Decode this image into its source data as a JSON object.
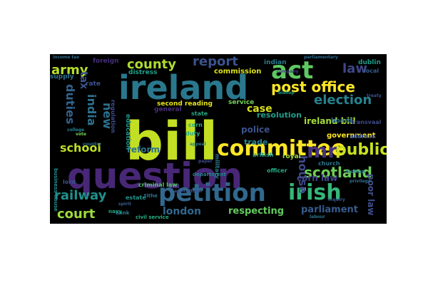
{
  "background_color": "#000000",
  "palette": [
    "#440154",
    "#3b528b",
    "#21918c",
    "#5ec962",
    "#fde725"
  ],
  "words": [
    {
      "text": "bill",
      "color": "#c2df23"
    },
    {
      "text": "question",
      "color": "#482777"
    },
    {
      "text": "ireland",
      "color": "#2a788e"
    },
    {
      "text": "petition",
      "color": "#31688e"
    },
    {
      "text": "committee",
      "color": "#fde725"
    },
    {
      "text": "act",
      "color": "#5ec962"
    },
    {
      "text": "irish",
      "color": "#35b779"
    },
    {
      "text": "post office",
      "color": "#fde725"
    },
    {
      "text": "mr",
      "color": "#46327e"
    },
    {
      "text": "report",
      "color": "#3b528b"
    },
    {
      "text": "scotland",
      "color": "#6ece58"
    },
    {
      "text": "county",
      "color": "#addc30"
    },
    {
      "text": "army",
      "color": "#b5de2b"
    },
    {
      "text": "election",
      "color": "#26828e"
    },
    {
      "text": "public",
      "color": "#c8e020"
    },
    {
      "text": "railway",
      "color": "#21918c"
    },
    {
      "text": "court",
      "color": "#9fda3a"
    },
    {
      "text": "london",
      "color": "#31688e"
    },
    {
      "text": "duties",
      "color": "#33638d"
    },
    {
      "text": "india",
      "color": "#2c728e"
    },
    {
      "text": "house",
      "color": "#3e4a89"
    },
    {
      "text": "law",
      "color": "#3f4788"
    },
    {
      "text": "school",
      "color": "#bddf26"
    },
    {
      "text": "new",
      "color": "#2d708e"
    },
    {
      "text": "tax",
      "color": "#3a548c"
    },
    {
      "text": "case",
      "color": "#d8e219"
    },
    {
      "text": "respecting",
      "color": "#63cb5f"
    },
    {
      "text": "parliament",
      "color": "#375b8d"
    },
    {
      "text": "police",
      "color": "#3b518b"
    },
    {
      "text": "corn law",
      "color": "#414487"
    },
    {
      "text": "reform",
      "color": "#2c728e"
    },
    {
      "text": "poor law",
      "color": "#3d4e8a"
    },
    {
      "text": "ireland bill",
      "color": "#a5db36"
    },
    {
      "text": "resolution",
      "color": "#1f9e89"
    },
    {
      "text": "trade",
      "color": "#25848e"
    },
    {
      "text": "government",
      "color": "#fde725"
    },
    {
      "text": "commission",
      "color": "#dde318"
    },
    {
      "text": "second reading",
      "color": "#e5e419"
    },
    {
      "text": "service",
      "color": "#73d056"
    },
    {
      "text": "distress",
      "color": "#1fa188"
    },
    {
      "text": "indian",
      "color": "#287c8e"
    },
    {
      "text": "dublin",
      "color": "#1e9b8a"
    },
    {
      "text": "british",
      "color": "#1e9c89"
    },
    {
      "text": "royal",
      "color": "#a0da39"
    },
    {
      "text": "board",
      "color": "#2e6e8e"
    },
    {
      "text": "church",
      "color": "#2a768e"
    },
    {
      "text": "state",
      "color": "#22a785"
    },
    {
      "text": "corn",
      "color": "#22a884"
    },
    {
      "text": "duty",
      "color": "#27ad81"
    },
    {
      "text": "general",
      "color": "#472d7b"
    },
    {
      "text": "education",
      "color": "#1f968b"
    },
    {
      "text": "regulation",
      "color": "#3d4d8a"
    },
    {
      "text": "foreign",
      "color": "#472e7c"
    },
    {
      "text": "supply",
      "color": "#2d718e"
    },
    {
      "text": "rate",
      "color": "#3b528b"
    },
    {
      "text": "local",
      "color": "#365c8d"
    },
    {
      "text": "officer",
      "color": "#25ab82"
    },
    {
      "text": "estate",
      "color": "#1f958b"
    },
    {
      "text": "lord",
      "color": "#3b518b"
    },
    {
      "text": "bank",
      "color": "#2a788e"
    },
    {
      "text": "navy",
      "color": "#22a785"
    },
    {
      "text": "military",
      "color": "#2a778e"
    },
    {
      "text": "department",
      "color": "#27808e"
    },
    {
      "text": "criminal law",
      "color": "#50c46a"
    },
    {
      "text": "civil service",
      "color": "#28ae80"
    },
    {
      "text": "business house",
      "color": "#23898e"
    },
    {
      "text": "address",
      "color": "#3a548c"
    },
    {
      "text": "transvaal",
      "color": "#3e4989"
    },
    {
      "text": "tithe",
      "color": "#2c718e"
    },
    {
      "text": "agricultural",
      "color": "#3b528b"
    },
    {
      "text": "income tax",
      "color": "#2e6f8e"
    },
    {
      "text": "parliamentary",
      "color": "#2f6b8e"
    },
    {
      "text": "motion",
      "color": "#297a8e"
    },
    {
      "text": "spirit",
      "color": "#355f8d"
    },
    {
      "text": "company",
      "color": "#433e85"
    },
    {
      "text": "vote",
      "color": "#7ad151"
    },
    {
      "text": "country",
      "color": "#2d708e"
    },
    {
      "text": "paper",
      "color": "#3e4c8a"
    },
    {
      "text": "inquiry",
      "color": "#38588c"
    },
    {
      "text": "appeal",
      "color": "#297b8e"
    },
    {
      "text": "privilege",
      "color": "#2e6e8e"
    },
    {
      "text": "college",
      "color": "#26828e"
    },
    {
      "text": "bishop",
      "color": "#1f9f88"
    },
    {
      "text": "treaty",
      "color": "#3b528b"
    },
    {
      "text": "labour",
      "color": "#2d708e"
    }
  ]
}
